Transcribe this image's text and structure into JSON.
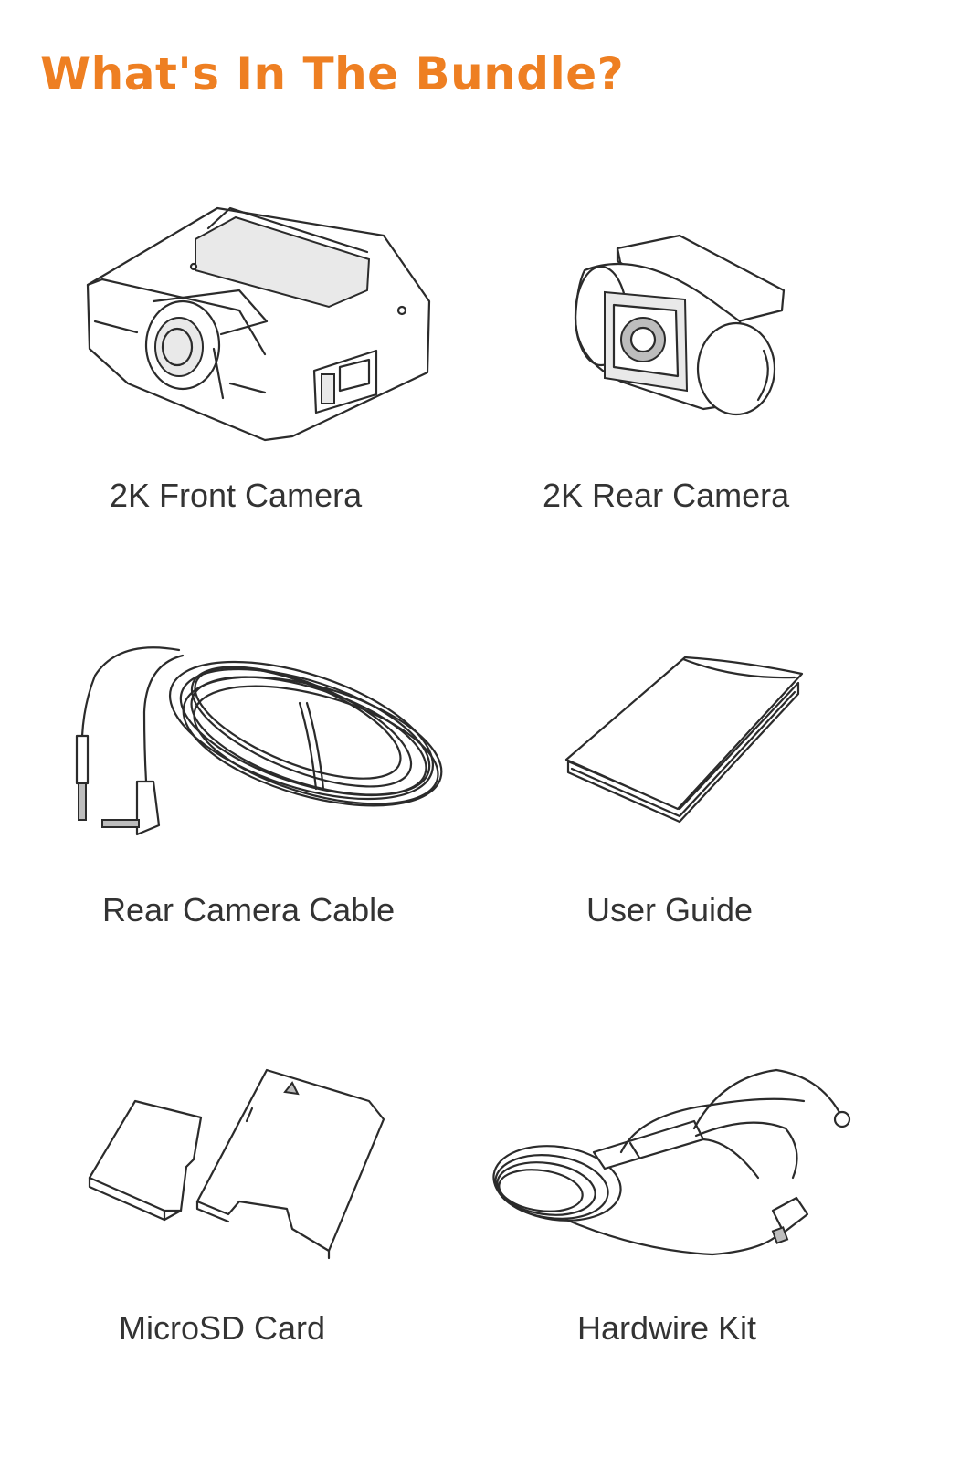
{
  "heading": "What's In The Bundle?",
  "accent_color": "#ee7f22",
  "items": [
    {
      "label": "2K Front Camera",
      "icon": "front-camera-icon"
    },
    {
      "label": "2K Rear Camera",
      "icon": "rear-camera-icon"
    },
    {
      "label": "Rear Camera Cable",
      "icon": "cable-icon"
    },
    {
      "label": "User Guide",
      "icon": "user-guide-icon"
    },
    {
      "label": "MicroSD Card",
      "icon": "microsd-card-icon"
    },
    {
      "label": "Hardwire Kit",
      "icon": "hardwire-kit-icon"
    }
  ]
}
